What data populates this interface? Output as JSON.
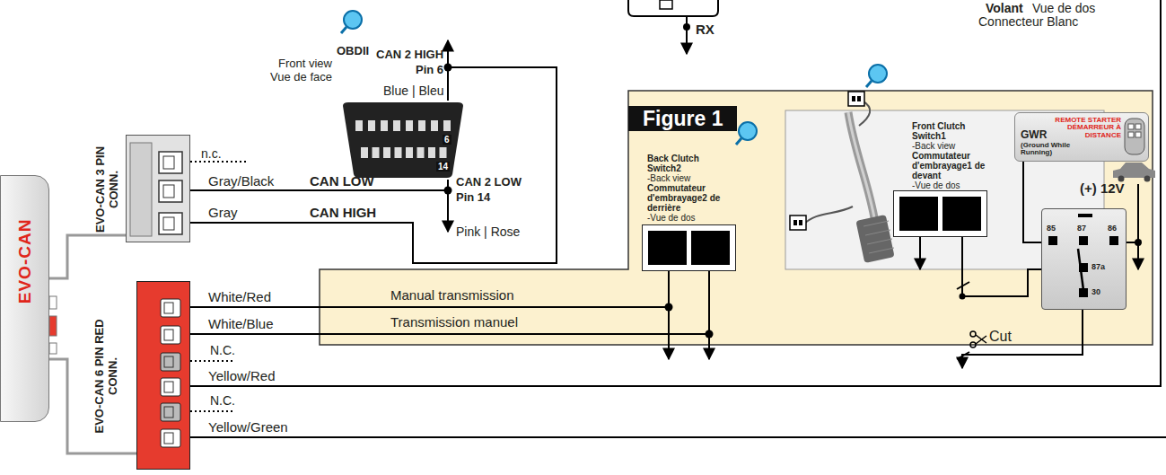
{
  "diagram": {
    "nodes": [
      {
        "text": [
          "EVO-CAN"
        ]
      },
      {
        "text": [
          "EVO-CAN 3 PIN CONN."
        ]
      },
      {
        "text": [
          "EVO-CAN 6 PIN RED CONN."
        ]
      },
      {
        "text": [
          "OBDII",
          "Front view Vue de face"
        ]
      },
      {
        "text": [
          "Figure 1"
        ]
      },
      {
        "text": [
          "Back Clutch Switch2",
          "-Back view",
          "Commutateur d'embrayage2 de derrière",
          "-Vue de dos"
        ],
        "in": 4
      },
      {
        "text": [
          "Front Clutch Switch1",
          "-Back view",
          "Commutateur d'embrayage1 de devant",
          "-Vue de dos"
        ],
        "in": 4
      },
      {
        "text": [
          "REMOTE STARTER DÉMARREUR À DISTANCE",
          "GWR",
          "(Ground While Running)"
        ],
        "in": 4
      },
      {
        "text": [
          "85",
          "87",
          "86",
          "87a",
          "30"
        ],
        "in": 4
      }
    ],
    "edges": [
      {
        "from": 1,
        "to": 3,
        "arrow": "none"
      },
      {
        "from": 1,
        "to": 3,
        "arrow": "none"
      },
      {
        "from": 2,
        "to": 5,
        "arrow": "none"
      },
      {
        "from": 2,
        "to": 5,
        "arrow": "none"
      },
      {
        "from": 6,
        "to": 8,
        "arrow": "none"
      },
      {
        "from": 7,
        "to": 8,
        "arrow": "none"
      },
      {
        "from": 0,
        "to": 1,
        "arrow": "none"
      },
      {
        "from": 0,
        "to": 2,
        "arrow": "none"
      }
    ],
    "labels": [
      "CAN 2 HIGH",
      "Pin 6",
      "Blue | Bleu",
      "6",
      "14",
      "CAN 2 LOW",
      "Pin 14",
      "Pink | Rose",
      "n.c.",
      "Gray/Black",
      "CAN LOW",
      "Gray",
      "CAN HIGH",
      "White/Red",
      "White/Blue",
      "N.C.",
      "Yellow/Red",
      "N.C.",
      "Yellow/Green",
      "Manual transmission",
      "Transmission manuel",
      "Cut",
      "(+) 12V",
      "RX",
      "Volant",
      "Vue de dos",
      "Connecteur Blanc"
    ]
  }
}
